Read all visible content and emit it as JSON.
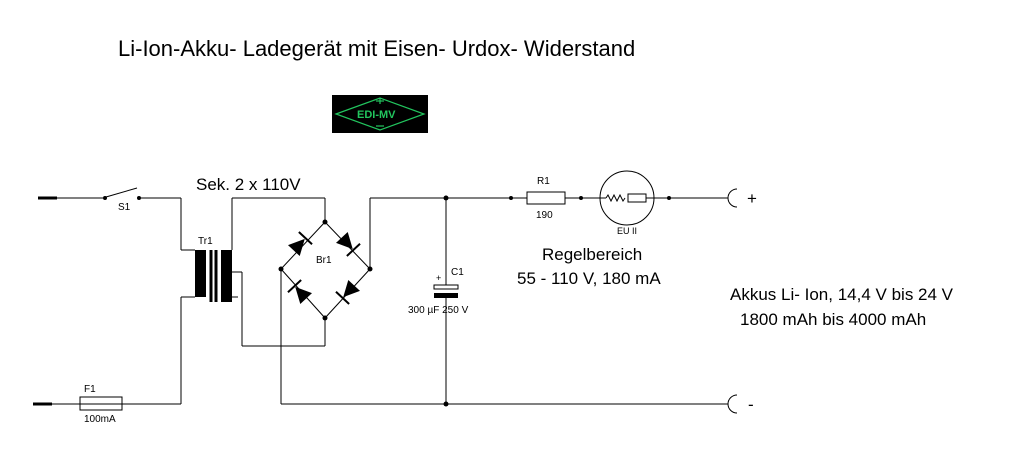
{
  "title": "Li-Ion-Akku- Ladegerät mit Eisen- Urdox- Widerstand",
  "logo": {
    "text": "EDI-MV",
    "bg": "#000000",
    "fg": "#22c55e"
  },
  "labels": {
    "secondary": "Sek. 2 x 110V",
    "switch": "S1",
    "transformer": "Tr1",
    "bridge": "Br1",
    "resistor_name": "R1",
    "resistor_value": "190",
    "lamp_name": "EU II",
    "cap_name": "C1",
    "cap_value": "300 µF 250 V",
    "fuse_name": "F1",
    "fuse_value": "100mA",
    "regel_title": "Regelbereich",
    "regel_value": "55 - 110 V, 180 mA",
    "akku_line1": "Akkus Li- Ion, 14,4 V bis 24 V",
    "akku_line2": "1800 mAh bis 4000 mAh",
    "plus": "+",
    "minus": "-"
  }
}
